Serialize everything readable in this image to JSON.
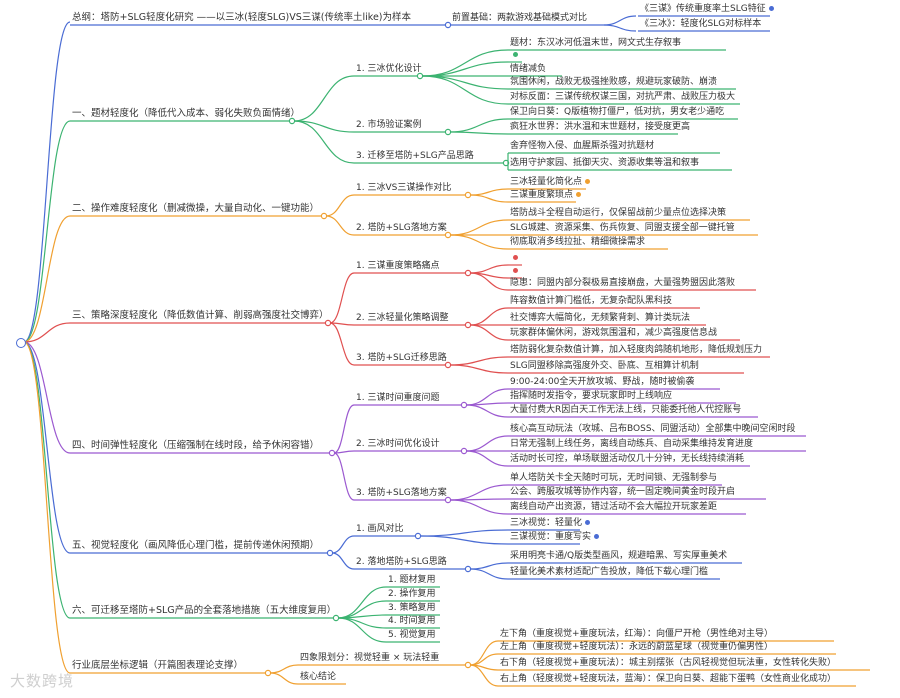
{
  "colors": {
    "blue": "#4a6cd4",
    "green": "#3cb371",
    "orange": "#f0a030",
    "red": "#e05050",
    "purple": "#9b59d0",
    "teal": "#2ab0b0"
  },
  "summary": {
    "label": "总纲：塔防+SLG轻度化研究 ——以三冰(轻度SLG)VS三谋(传统率土like)为样本",
    "pre": "前置基础：两款游戏基础模式对比",
    "leaves": [
      "《三谋》传统重度率土SLG特征",
      "《三冰》：轻度化SLG对标样本"
    ]
  },
  "branches": [
    {
      "label": "一、题材轻度化（降低代入成本、弱化失败负面情绪）",
      "subs": [
        {
          "label": "1. 三冰优化设计",
          "leaves": [
            "题材：东汉冰河低温末世，网文式生存叙事",
            "",
            "情绪减负",
            "氛围休闲，战败无极强挫败感，规避玩家破防、崩溃",
            "对标反面：三谋传统权谋三国，对抗严肃、战败压力极大"
          ]
        },
        {
          "label": "2. 市场验证案例",
          "leaves": [
            "保卫向日葵：Q版植物打僵尸，低对抗，男女老少通吃",
            "疯狂水世界：洪水温和末世题材，接受度更高"
          ]
        },
        {
          "label": "3. 迁移至塔防+SLG产品思路",
          "leaves": [
            "舍弃怪物入侵、血腥厮杀强对抗题材",
            "选用守护家园、抵御天灾、资源收集等温和叙事"
          ]
        }
      ]
    },
    {
      "label": "二、操作难度轻度化（删减微操，大量自动化、一键功能）",
      "subs": [
        {
          "label": "1. 三冰VS三谋操作对比",
          "leaves": [
            "三冰轻量化简化点",
            "三谋重度繁琐点"
          ]
        },
        {
          "label": "2. 塔防+SLG落地方案",
          "leaves": [
            "塔防战斗全程自动运行，仅保留战前少量点位选择决策",
            "SLG城建、资源采集、伤兵恢复、同盟支援全部一键托管",
            "彻底取消多线拉扯、精细微操需求"
          ]
        }
      ]
    },
    {
      "label": "三、策略深度轻度化（降低数值计算、削弱高强度社交博弈）",
      "subs": [
        {
          "label": "1. 三谋重度策略痛点",
          "leaves": [
            "",
            "",
            "隐患：同盟内部分裂极易直接崩盘，大量强势盟因此落败"
          ]
        },
        {
          "label": "2. 三冰轻量化策略调整",
          "leaves": [
            "阵容数值计算门槛低，无复杂配队黑科技",
            "社交博弈大幅简化，无频繁背刺、算计类玩法",
            "玩家群体偏休闲，游戏氛围温和，减少高强度信息战"
          ]
        },
        {
          "label": "3. 塔防+SLG迁移思路",
          "leaves": [
            "塔防弱化复杂数值计算，加入轻度肉鸽随机地形，降低规划压力",
            "SLG同盟移除高强度外交、卧底、互相算计机制"
          ]
        }
      ]
    },
    {
      "label": "四、时间弹性轻度化（压缩强制在线时段，给予休闲容错）",
      "subs": [
        {
          "label": "1. 三谋时间重度问题",
          "leaves": [
            "9:00-24:00全天开放攻城、野战，随时被偷袭",
            "指挥随时发指令，要求玩家即时上线响应",
            "大量付费大R因白天工作无法上线，只能委托他人代控账号"
          ]
        },
        {
          "label": "2. 三冰时间优化设计",
          "leaves": [
            "核心高互动玩法（攻城、吕布BOSS、同盟活动）全部集中晚间空闲时段",
            "日常无强制上线任务，离线自动练兵、自动采集维持发育进度",
            "活动时长可控，单场联盟活动仅几十分钟，无长线持续消耗"
          ]
        },
        {
          "label": "3. 塔防+SLG落地方案",
          "leaves": [
            "单人塔防关卡全天随时可玩，无时间锁、无强制参与",
            "公会、跨服攻城等协作内容，统一固定晚间黄金时段开启",
            "离线自动产出资源，错过活动不会大幅拉开玩家差距"
          ]
        }
      ]
    },
    {
      "label": "五、视觉轻度化（画风降低心理门槛，提前传递休闲预期）",
      "subs": [
        {
          "label": "1. 画风对比",
          "leaves": [
            "三冰视觉：轻量化",
            "三谋视觉：重度写实"
          ]
        },
        {
          "label": "2. 落地塔防+SLG思路",
          "leaves": [
            "采用明亮卡通/Q版类型画风，规避暗黑、写实厚重美术",
            "轻量化美术素材适配广告投放，降低下载心理门槛"
          ]
        }
      ]
    },
    {
      "label": "六、可迁移至塔防+SLG产品的全套落地措施（五大维度复用）",
      "leaves": [
        "1. 题材复用",
        "2. 操作复用",
        "3. 策略复用",
        "4. 时间复用",
        "5. 视觉复用"
      ]
    },
    {
      "label": "行业底层坐标逻辑（开篇图表理论支撑）",
      "subs": [
        {
          "label": "四象限划分：视觉轻重 × 玩法轻重",
          "leaves": [
            "左下角（重度视觉+重度玩法，红海）：向僵尸开枪（男性绝对主导）",
            "左上角（重度视觉+轻度玩法）：永远的蔚蓝星球（视觉重仍偏男性）",
            "右下角（轻度视觉+重度玩法）：城主别摆张（古风轻视觉但玩法重，女性转化失败）",
            "右上角（轻度视觉+轻度玩法，蓝海）：保卫向日葵、超能下蛋鸭（女性商业化成功）"
          ]
        },
        {
          "label": "核心结论",
          "leaves": []
        }
      ]
    }
  ],
  "watermark": "大数跨境"
}
